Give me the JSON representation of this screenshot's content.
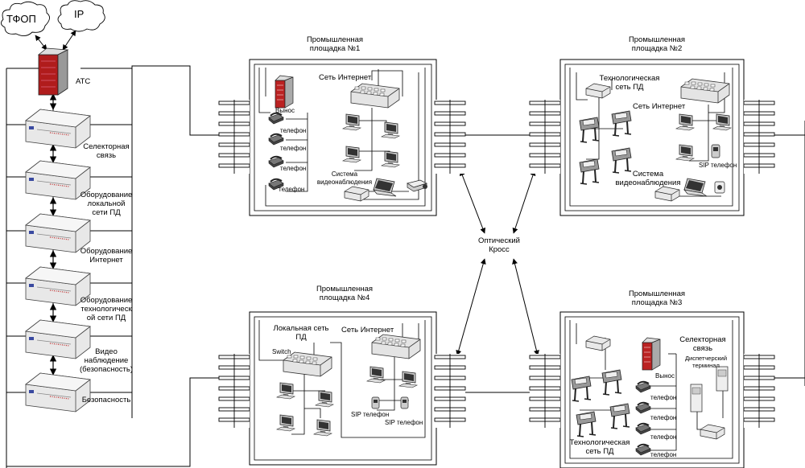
{
  "clouds": {
    "pstn": "ТФОП",
    "ip": "IP"
  },
  "exchange": {
    "label": "АТС"
  },
  "rack": [
    {
      "label": "Селекторная\nсвязь"
    },
    {
      "label": "Оборудование\nлокальной\nсети ПД"
    },
    {
      "label": "Оборудование\nИнтернет"
    },
    {
      "label": "Оборудование\nтехнологическ\nой сети ПД"
    },
    {
      "label": "Видео\nнаблюдение\n(безопасность)"
    },
    {
      "label": "Безопасность"
    }
  ],
  "cross": {
    "label": "Оптический\nКросс"
  },
  "sites": {
    "s1": {
      "title": "Промышленная\nплощадка №1",
      "remote": "Вынос",
      "internet": "Сеть Интернет",
      "phones": [
        "телефон",
        "телефон",
        "телефон",
        "телефон"
      ],
      "video": "Система\nвидеонаблюдения"
    },
    "s2": {
      "title": "Промышленная\nплощадка №2",
      "tech": "Технологическая\nсеть ПД",
      "internet": "Сеть Интернет",
      "sip": "SIP телефон",
      "video": "Система\nвидеонаблюдения"
    },
    "s3": {
      "title": "Промышленная\nплощадка №3",
      "remote": "Вынос",
      "selector": "Селекторная\nсвязь",
      "dispatcher": "Диспетчерский\nтерминал",
      "phones": [
        "телефон",
        "телефон",
        "телефон",
        "телефон"
      ],
      "tech": "Технологическая\nсеть ПД"
    },
    "s4": {
      "title": "Промышленная\nплощадка №4",
      "lan": "Локальная сеть\nПД",
      "internet": "Сеть Интернет",
      "switch": "Switch",
      "sip1": "SIP телефон",
      "sip2": "SIP телефон"
    }
  }
}
